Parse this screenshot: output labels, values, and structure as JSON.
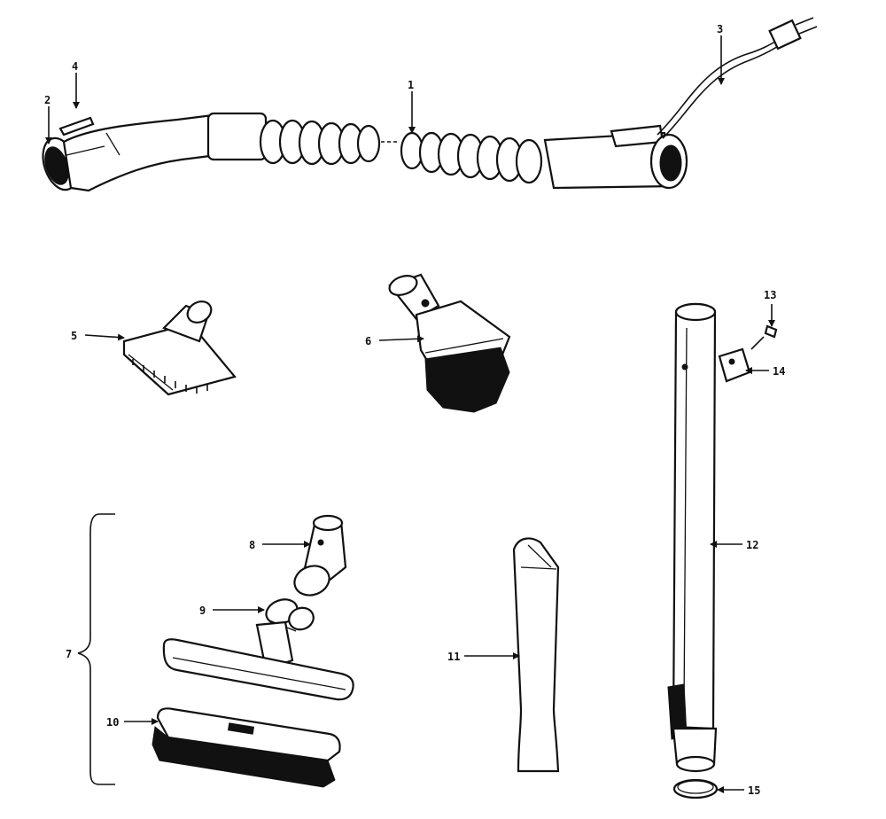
{
  "callouts": {
    "c1": "1",
    "c2": "2",
    "c3": "3",
    "c4": "4",
    "c5": "5",
    "c6": "6",
    "c7": "7",
    "c8": "8",
    "c9": "9",
    "c10": "10",
    "c11": "11",
    "c12": "12",
    "c13": "13",
    "c14": "14",
    "c15": "15"
  },
  "colors": {
    "ink": "#111111",
    "paper": "#ffffff"
  }
}
